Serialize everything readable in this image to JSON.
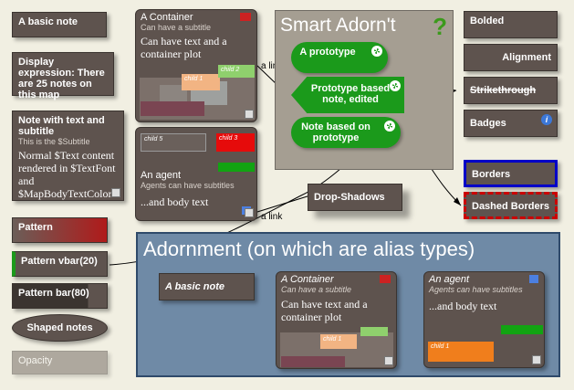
{
  "left_notes": {
    "basic": "A basic note",
    "display_expr": "Display expression: There are 25 notes on this map",
    "text_subtitle_title": "Note with text and subtitle",
    "text_subtitle_sub": "This is the $Subtitle",
    "text_subtitle_body": "Normal $Text content rendered in $TextFont and $MapBodyTextColor",
    "pattern": "Pattern",
    "pattern_vbar": "Pattern vbar(20)",
    "pattern_bar": "Pattern bar(80)",
    "shaped": "Shaped notes",
    "opacity": "Opacity"
  },
  "container": {
    "title": "A Container",
    "subtitle": "Can have a subtitle",
    "body": "Can have text and a container plot",
    "child1": "child 1",
    "child2": "child 2"
  },
  "agent": {
    "title": "An agent",
    "subtitle": "Agents can have subtitles",
    "body": "...and body text",
    "child5": "child 5",
    "child3": "child 3"
  },
  "links": {
    "link1": "a link",
    "link2": "a link"
  },
  "smart": {
    "title": "Smart Adorn't",
    "question": "?",
    "proto": "A prototype",
    "proto_based": "Prototype based note, edited",
    "note_based": "Note based on prototype"
  },
  "drop_shadows": "Drop-Shadows",
  "right_notes": {
    "bolded": "Bolded",
    "alignment": "Alignment",
    "strikethrough": "Strikethrough",
    "badges": "Badges",
    "borders": "Borders",
    "dashed": "Dashed Borders"
  },
  "adornment": {
    "title": "Adornment (on which are alias types)",
    "basic": "A basic note",
    "container_title": "A Container",
    "container_sub": "Can have a subtitle",
    "container_body": "Can have text and a container plot",
    "container_child1": "child 1",
    "agent_title": "An agent",
    "agent_sub": "Agents can have subtitles",
    "agent_body": "...and body text",
    "agent_child1": "child 1"
  },
  "colors": {
    "background": "#f1efe2",
    "note": "#5e534e",
    "green": "#1b9a1b",
    "adornment": "#6f8aa6",
    "smart_adorn": "#a59e92",
    "border_blue": "#0000c8",
    "dashed_red": "#cc0000"
  }
}
